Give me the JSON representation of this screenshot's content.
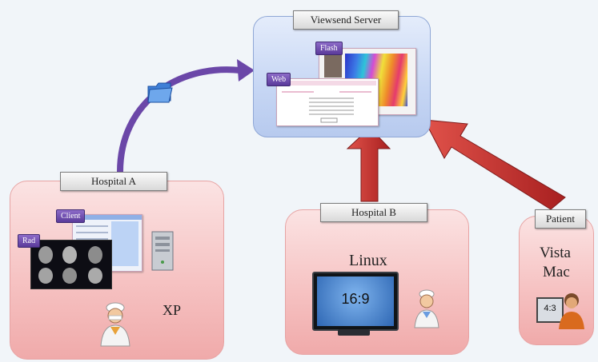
{
  "server": {
    "title": "Viewsend Server",
    "flash_tag": "Flash",
    "web_tag": "Web"
  },
  "hospital_a": {
    "title": "Hospital A",
    "client_tag": "Client",
    "rad_tag": "Rad",
    "os": "XP"
  },
  "hospital_b": {
    "title": "Hospital B",
    "os": "Linux",
    "screen_ratio": "16:9"
  },
  "patient": {
    "title": "Patient",
    "os_line1": "Vista",
    "os_line2": "Mac",
    "screen_ratio": "4:3"
  },
  "icons": [
    "folder-icon",
    "server-tower-icon",
    "doctor-icon",
    "monitor-icon",
    "patient-computer-icon"
  ],
  "colors": {
    "arrow_red": "#c0312c",
    "arrow_purple": "#6b47a8",
    "panel_pink": "#f6c3c3",
    "panel_blue": "#c6d6f4",
    "tag_purple": "#5a3a9a"
  }
}
